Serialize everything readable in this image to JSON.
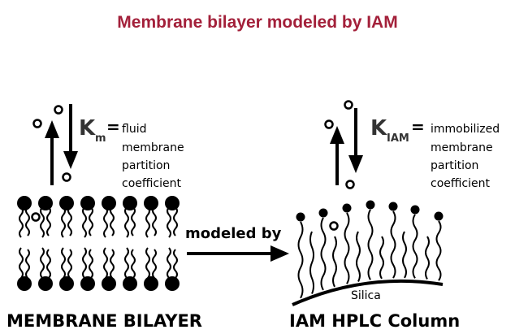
{
  "title": "Membrane bilayer modeled by IAM",
  "colors": {
    "title": "#a3203a",
    "ink": "#000000",
    "k_label": "#333333"
  },
  "left_panel": {
    "k_symbol": "K",
    "k_subscript": "m",
    "equals": "=",
    "description": [
      "fluid",
      "membrane",
      "partition",
      "coefficient"
    ],
    "caption": "MEMBRANE BILAYER"
  },
  "right_panel": {
    "k_symbol": "K",
    "k_subscript": "IAM",
    "equals": "=",
    "description": [
      "immobilized",
      "membrane",
      "partition",
      "coefficient"
    ],
    "support_label": "Silica",
    "caption": "IAM HPLC Column"
  },
  "relation_label": "modeled by"
}
